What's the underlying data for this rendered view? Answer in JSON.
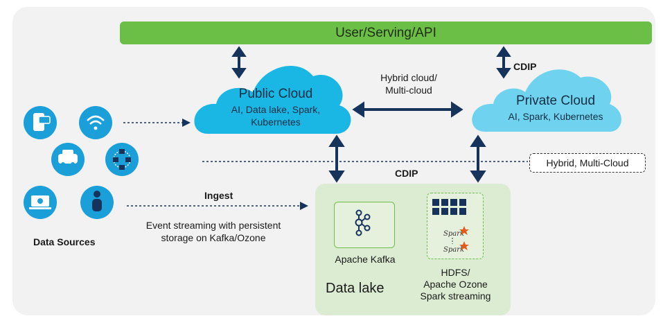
{
  "api_bar": {
    "label": "User/Serving/API"
  },
  "public_cloud": {
    "title": "Public Cloud",
    "subtitle_1": "AI, Data lake, Spark,",
    "subtitle_2": "Kubernetes"
  },
  "private_cloud": {
    "title": "Private Cloud",
    "subtitle": "AI, Spark, Kubernetes"
  },
  "hybrid_link": {
    "line_1": "Hybrid cloud/",
    "line_2": "Multi-cloud"
  },
  "cdip_top": "CDIP",
  "cdip_middle": "CDIP",
  "hybrid_multi_cloud": "Hybrid, Multi-Cloud",
  "ingest": {
    "label": "Ingest",
    "desc_1": "Event streaming with persistent",
    "desc_2": "storage on Kafka/Ozone"
  },
  "data_sources": {
    "label": "Data Sources",
    "icons": [
      "phone-chat-icon",
      "wifi-icon",
      "car-icon",
      "network-hub-icon",
      "laptop-gear-icon",
      "person-icon"
    ]
  },
  "data_lake": {
    "label": "Data lake",
    "kafka": "Apache Kafka",
    "hdfs_1": "HDFS/",
    "hdfs_2": "Apache Ozone",
    "hdfs_3": "Spark streaming",
    "spark_1": "Spark",
    "spark_2": "Spark"
  },
  "colors": {
    "green": "#6cbf46",
    "cyan": "#1ab7e5",
    "light_cyan": "#6fd3f0",
    "navy": "#16335c",
    "lake": "#dcecd2",
    "panel": "#f2f2f2"
  }
}
